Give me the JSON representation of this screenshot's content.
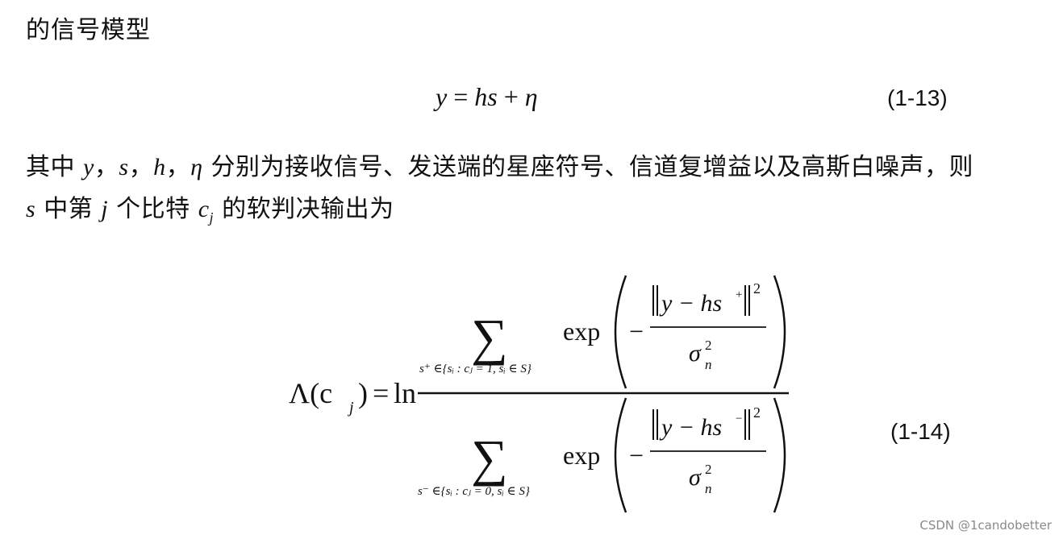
{
  "heading": "的信号模型",
  "eq13": {
    "lhs": "y",
    "eq": " = ",
    "h": "h",
    "s": "s",
    "plus": " + ",
    "eta": "η",
    "number": "(1-13)"
  },
  "para": {
    "p1": "其中 ",
    "v_y": "y",
    "sep1": "，",
    "v_s": "s",
    "sep2": "，",
    "v_h": "h",
    "sep3": "，",
    "v_eta": "η",
    "p2": " 分别为接收信号、发送端的星座符号、信道复增益以及高斯白噪声，则 ",
    "v_s2": "s",
    "p3": " 中第 ",
    "v_j": "j",
    "p4": " 个比特 ",
    "v_c": "c",
    "v_c_sub": "j",
    "p5": " 的软判决输出为"
  },
  "eq14": {
    "number": "(1-14)",
    "lhs": "Λ(c",
    "lhs_sub": "j",
    "lhs_close": ")",
    "eq": "=",
    "ln": "ln",
    "sum": "∑",
    "exp": "exp",
    "minus": "−",
    "num_norm": "y − hs",
    "num_sup": "+",
    "den_norm": "y − hs",
    "den_sup": "−",
    "pow": "2",
    "sigma": "σ",
    "sigma_sup": "2",
    "sigma_sub": "n",
    "sum_top_label": "s⁺ ∈{sᵢ : cⱼ = 1, sᵢ ∈ S}",
    "sum_bot_label": "s⁻ ∈{sᵢ : cⱼ = 0, sᵢ ∈ S}"
  },
  "watermark": "CSDN @1candobetter"
}
